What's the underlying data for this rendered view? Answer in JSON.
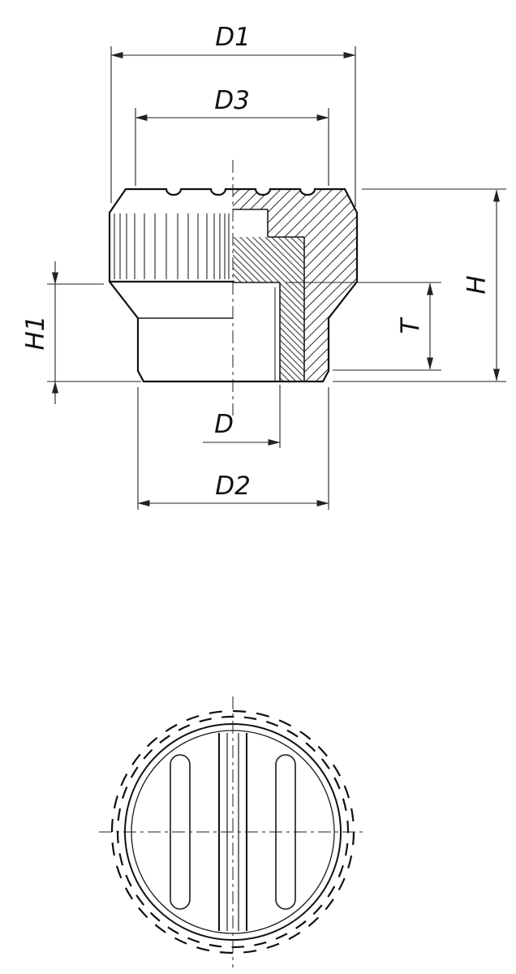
{
  "dimensions": {
    "d1": "D1",
    "d3": "D3",
    "h": "H",
    "t": "T",
    "h1": "H1",
    "d": "D",
    "d2": "D2"
  },
  "colors": {
    "line": "#111111",
    "dimension_line": "#222222",
    "background": "#ffffff"
  }
}
